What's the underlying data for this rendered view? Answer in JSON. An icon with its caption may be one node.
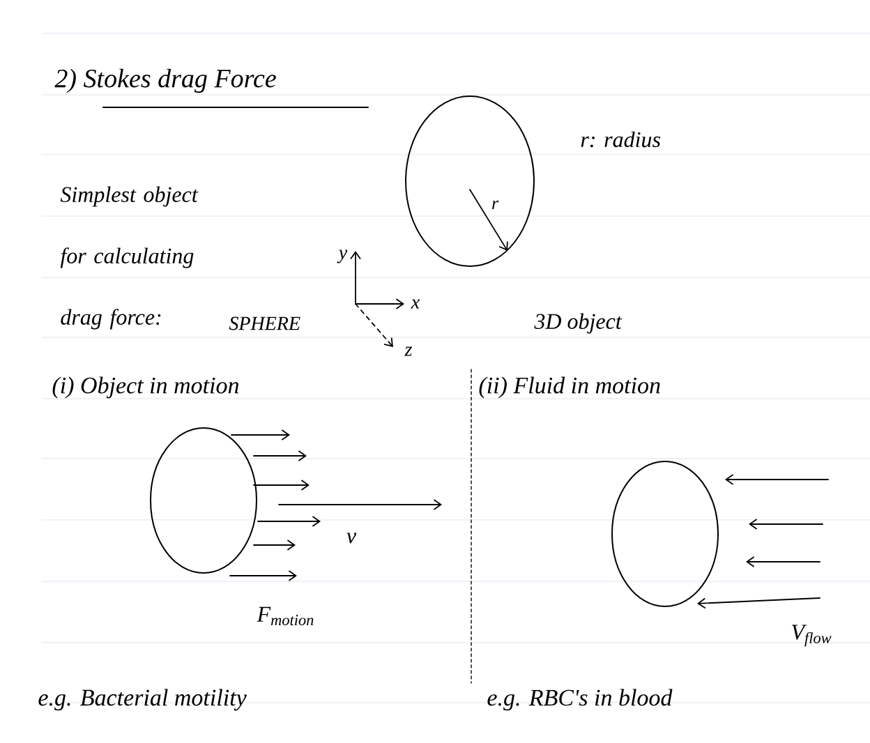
{
  "diagram": {
    "title": "2) Stokes drag Force",
    "labels": [
      "r: radius",
      "Simplest object for calculating drag force:",
      "r",
      "y",
      "x",
      "SPHERE",
      "z",
      "3D object",
      "(i) Object in motion",
      "(ii) Fluid in motion",
      "v",
      "F$_{motion}$",
      "V$_{flow}$",
      "e.g. Bacterial motility",
      "e.g. RBC's in blood"
    ]
  }
}
